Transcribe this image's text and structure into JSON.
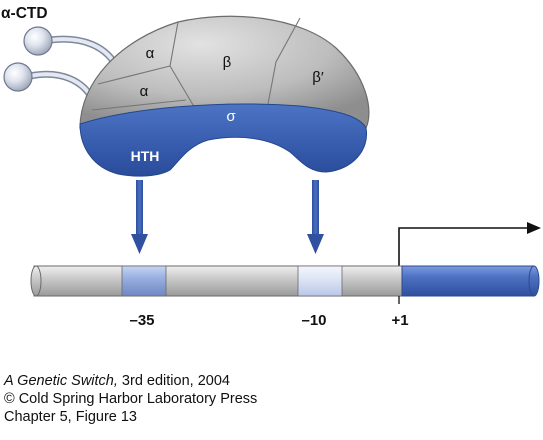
{
  "colors": {
    "blue": "#3a5fb0",
    "blue_dark": "#274a98",
    "light_blue": "#8da6d8",
    "pale_blue": "#dde4f4",
    "gray": "#b4b4b4",
    "gray_dark": "#8a8a8a",
    "black": "#111111",
    "white": "#ffffff"
  },
  "labels": {
    "alpha_ctd": "α-CTD",
    "alpha_top": "α",
    "alpha_bottom": "α",
    "beta": "β",
    "beta_prime": "β′",
    "sigma": "σ",
    "hth": "HTH",
    "minus35": "–35",
    "minus10": "–10",
    "plus1": "+1"
  },
  "caption": {
    "book": "A Genetic Switch,",
    "edition": " 3rd edition, 2004",
    "publisher": "© Cold Spring Harbor Laboratory Press",
    "figure": "Chapter 5, Figure 13"
  }
}
